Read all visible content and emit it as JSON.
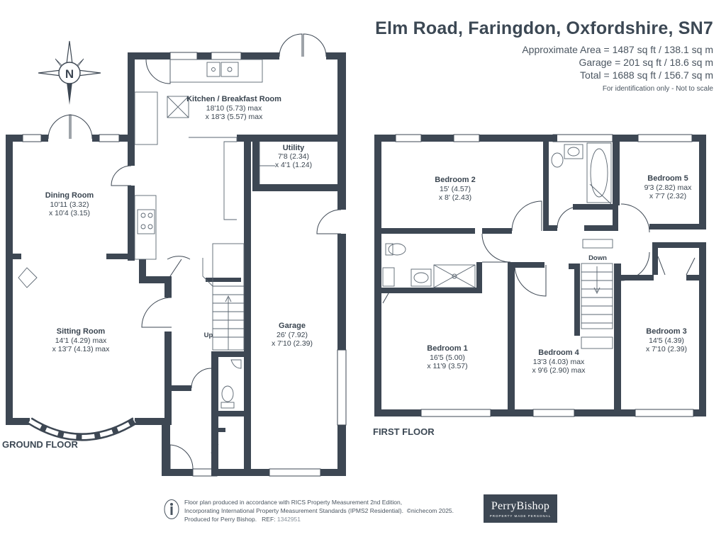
{
  "header": {
    "title": "Elm Road, Faringdon, Oxfordshire, SN7",
    "approx_area": "Approximate Area = 1487 sq ft / 138.1 sq m",
    "garage_area": "Garage = 201 sq ft / 18.6 sq m",
    "total_area": "Total = 1688 sq ft / 156.7 sq m",
    "note": "For identification only - Not to scale"
  },
  "compass": {
    "label": "N",
    "icon": "compass-icon"
  },
  "ground_floor": {
    "label": "GROUND FLOOR",
    "rooms": {
      "kitchen": {
        "name": "Kitchen / Breakfast Room",
        "dim1": "18'10 (5.73) max",
        "dim2": "x 18'3 (5.57) max"
      },
      "utility": {
        "name": "Utility",
        "dim1": "7'8 (2.34)",
        "dim2": "x 4'1 (1.24)"
      },
      "dining": {
        "name": "Dining Room",
        "dim1": "10'11 (3.32)",
        "dim2": "x 10'4 (3.15)"
      },
      "sitting": {
        "name": "Sitting Room",
        "dim1": "14'1 (4.29) max",
        "dim2": "x 13'7 (4.13) max"
      },
      "garage": {
        "name": "Garage",
        "dim1": "26' (7.92)",
        "dim2": "x 7'10 (2.39)"
      }
    },
    "stairs_label": "Up"
  },
  "first_floor": {
    "label": "FIRST FLOOR",
    "rooms": {
      "bedroom2": {
        "name": "Bedroom 2",
        "dim1": "15' (4.57)",
        "dim2": "x 8' (2.43)"
      },
      "bedroom5": {
        "name": "Bedroom 5",
        "dim1": "9'3 (2.82) max",
        "dim2": "x 7'7 (2.32)"
      },
      "bedroom1": {
        "name": "Bedroom 1",
        "dim1": "16'5 (5.00)",
        "dim2": "x 11'9 (3.57)"
      },
      "bedroom4": {
        "name": "Bedroom 4",
        "dim1": "13'3 (4.03) max",
        "dim2": "x 9'6 (2.90) max"
      },
      "bedroom3": {
        "name": "Bedroom 3",
        "dim1": "14'5 (4.39)",
        "dim2": "x 7'10 (2.39)"
      }
    },
    "stairs_label": "Down"
  },
  "footer": {
    "line1": "Floor plan produced in accordance with RICS Property Measurement 2nd Edition,",
    "line2": "Incorporating International Property Measurement Standards (IPMS2 Residential).",
    "copyright": "©nichecom 2025.",
    "line3": "Produced for Perry Bishop.",
    "ref_label": "REF:",
    "ref_value": "1342951",
    "brand_name": "PerryBishop",
    "brand_tagline": "PROPERTY MADE PERSONAL"
  },
  "colors": {
    "wall": "#3d4753",
    "text": "#3a4550",
    "fixture": "#5a6570"
  }
}
